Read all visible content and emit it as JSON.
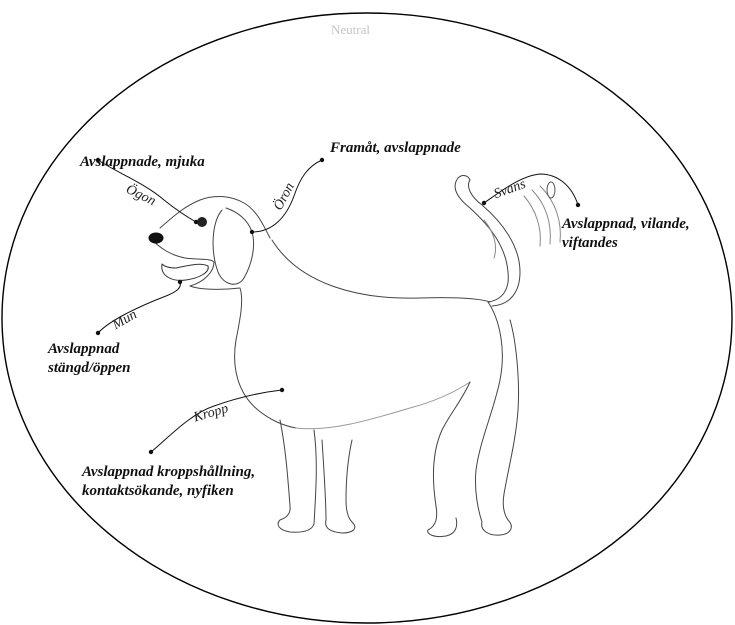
{
  "title": "Neutral",
  "parts": {
    "ogon": {
      "name": "Ögon",
      "desc": "Avslappnade, mjuka"
    },
    "oron": {
      "name": "Öron",
      "desc": "Framåt, avslappnade"
    },
    "svans": {
      "name": "Svans",
      "desc_line1": "Avslappnad, vilande,",
      "desc_line2": "viftandes"
    },
    "mun": {
      "name": "Mun",
      "desc_line1": "Avslappnad",
      "desc_line2": "stängd/öppen"
    },
    "kropp": {
      "name": "Kropp",
      "desc_line1": "Avslappnad kroppshållning,",
      "desc_line2": "kontaktsökande, nyfiken"
    }
  }
}
